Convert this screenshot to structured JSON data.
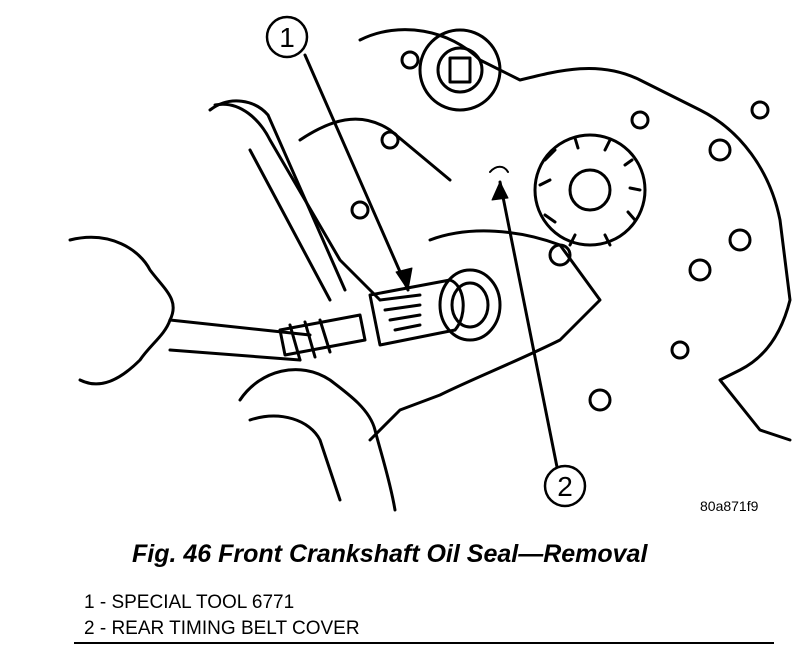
{
  "figure": {
    "callouts": [
      {
        "number": "1"
      },
      {
        "number": "2"
      }
    ],
    "figure_id": "80a871f9",
    "caption": "Fig. 46 Front Crankshaft Oil Seal—Removal"
  },
  "legend": {
    "items": [
      {
        "text": "1 - SPECIAL TOOL 6771"
      },
      {
        "text": "2 - REAR TIMING BELT COVER"
      }
    ]
  }
}
